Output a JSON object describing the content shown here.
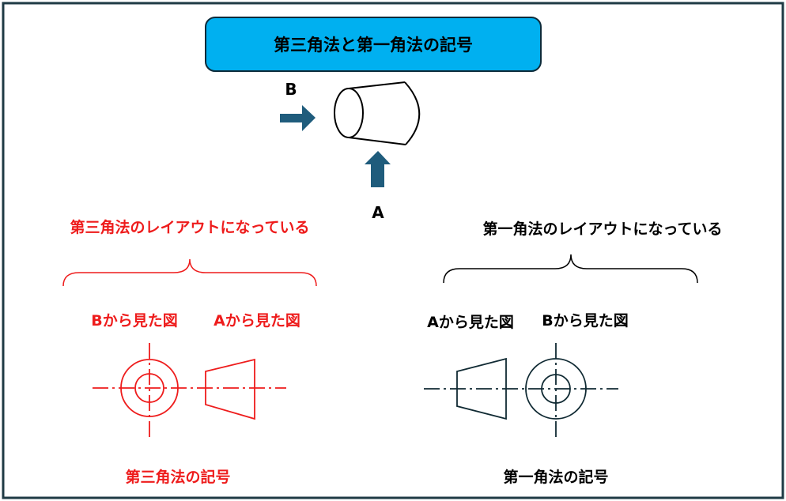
{
  "title": "第三角法と第一角法の記号",
  "view_labels": {
    "b": "B",
    "a": "A"
  },
  "third_angle": {
    "layout_caption": "第三角法のレイアウトになっている",
    "left_view": "Bから見た図",
    "right_view": "Aから見た図",
    "symbol_caption": "第三角法の記号"
  },
  "first_angle": {
    "layout_caption": "第一角法のレイアウトになっている",
    "left_view": "Aから見た図",
    "right_view": "Bから見た図",
    "symbol_caption": "第一角法の記号"
  },
  "colors": {
    "title_fill": "#00b0f0",
    "arrow": "#1f5c7c",
    "red": "#ee1c1c",
    "dark": "#102a33",
    "frame": "#1f3a44"
  }
}
